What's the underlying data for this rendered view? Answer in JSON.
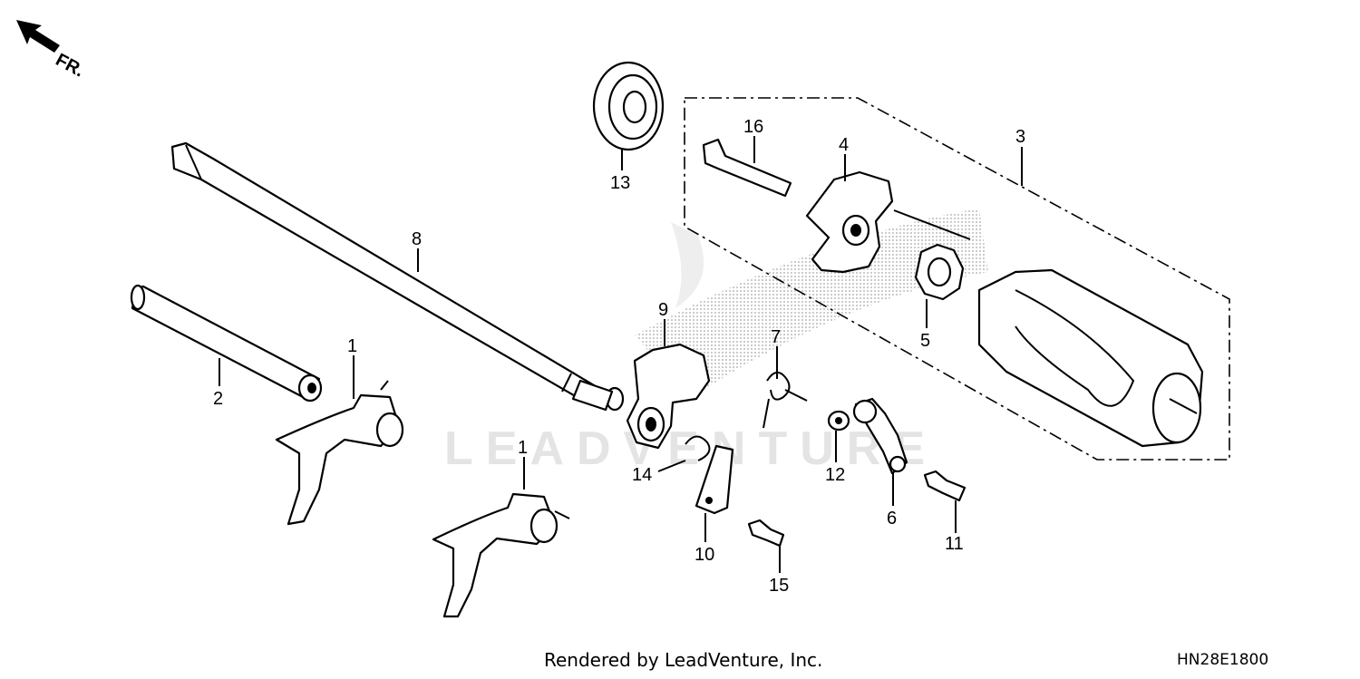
{
  "orientation": {
    "label": "FR.",
    "icon": "arrow-front-icon"
  },
  "callouts": [
    {
      "id": "1a",
      "label": "1"
    },
    {
      "id": "1b",
      "label": "1"
    },
    {
      "id": "2",
      "label": "2"
    },
    {
      "id": "3",
      "label": "3"
    },
    {
      "id": "4",
      "label": "4"
    },
    {
      "id": "5",
      "label": "5"
    },
    {
      "id": "6",
      "label": "6"
    },
    {
      "id": "7",
      "label": "7"
    },
    {
      "id": "8",
      "label": "8"
    },
    {
      "id": "9",
      "label": "9"
    },
    {
      "id": "10",
      "label": "10"
    },
    {
      "id": "11",
      "label": "11"
    },
    {
      "id": "12",
      "label": "12"
    },
    {
      "id": "13",
      "label": "13"
    },
    {
      "id": "14",
      "label": "14"
    },
    {
      "id": "15",
      "label": "15"
    },
    {
      "id": "16",
      "label": "16"
    }
  ],
  "watermark": {
    "text": "LEADVENTURE"
  },
  "footer": {
    "credit": "Rendered by LeadVenture, Inc.",
    "diagram_code": "HN28E1800"
  }
}
